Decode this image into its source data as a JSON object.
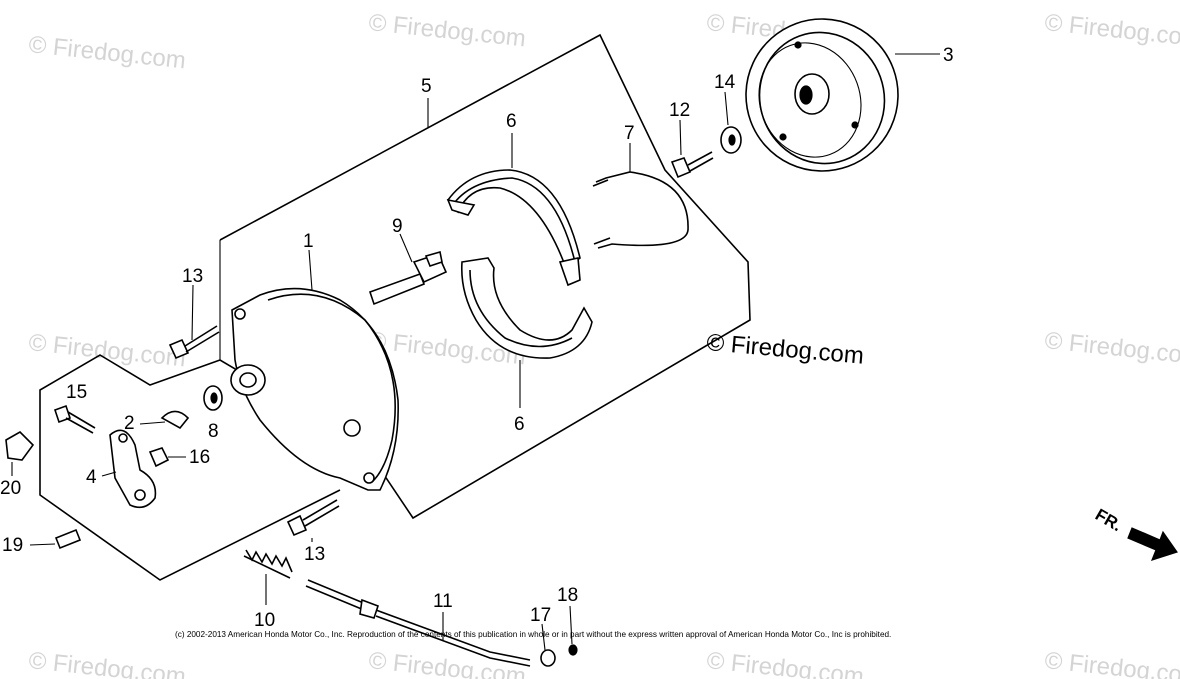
{
  "watermark": {
    "text": "© Firedog.com"
  },
  "main_watermark": {
    "text": "© Firedog.com"
  },
  "copyright": "(c) 2002-2013 American Honda Motor Co., Inc. Reproduction of the contents of this publication in whole or in part without the express written approval of American Honda Motor Co., Inc is prohibited.",
  "direction_label": "FR.",
  "callouts": {
    "c1": "1",
    "c2": "2",
    "c3": "3",
    "c4": "4",
    "c5": "5",
    "c6a": "6",
    "c6b": "6",
    "c7": "7",
    "c8": "8",
    "c9": "9",
    "c10": "10",
    "c11": "11",
    "c12": "12",
    "c13a": "13",
    "c13b": "13",
    "c14": "14",
    "c15": "15",
    "c16": "16",
    "c17": "17",
    "c18": "18",
    "c19": "19",
    "c20": "20"
  },
  "colors": {
    "line": "#000000",
    "watermark": "#d4d4d4",
    "background": "#ffffff"
  }
}
